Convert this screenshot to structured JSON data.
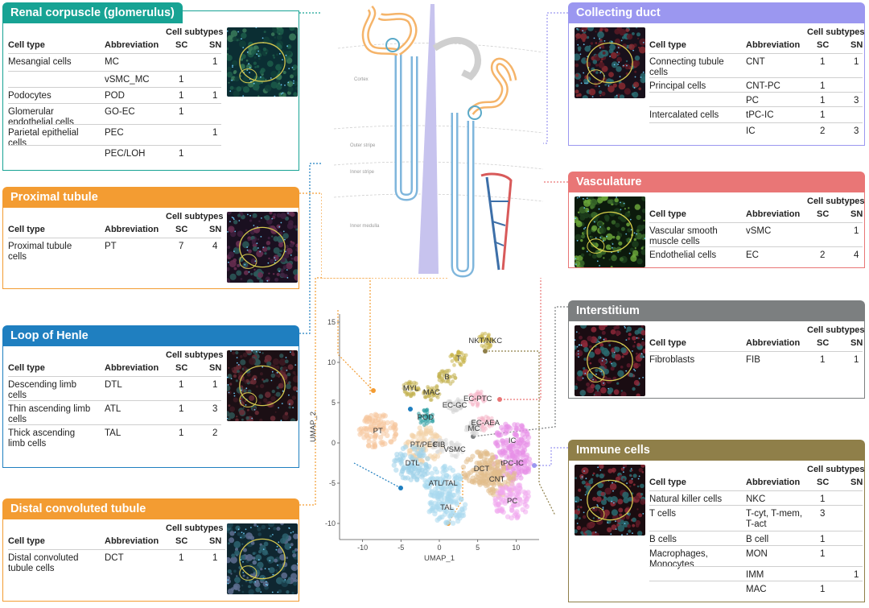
{
  "panels": [
    {
      "id": "renal",
      "title": "Renal corpuscle (glomerulus)",
      "color": "#17a394",
      "rows": [
        {
          "name": "Mesangial cells",
          "abbr": "MC",
          "sc": "",
          "sn": "1"
        },
        {
          "name": "",
          "abbr": "vSMC_MC",
          "sc": "1",
          "sn": ""
        },
        {
          "name": "Podocytes",
          "abbr": "POD",
          "sc": "1",
          "sn": "1"
        },
        {
          "name": "Glomerular\nendothelial cells",
          "abbr": "GO-EC",
          "sc": "1",
          "sn": ""
        },
        {
          "name": "Parietal epithelial\ncells",
          "abbr": "PEC",
          "sc": "",
          "sn": "1"
        },
        {
          "name": "",
          "abbr": "PEC/LOH",
          "sc": "1",
          "sn": ""
        }
      ]
    },
    {
      "id": "proximal",
      "title": "Proximal tubule",
      "color": "#f39c32",
      "rows": [
        {
          "name": "Proximal tubule\ncells",
          "abbr": "PT",
          "sc": "7",
          "sn": "4"
        }
      ]
    },
    {
      "id": "loop",
      "title": "Loop of Henle",
      "color": "#1f7fc0",
      "rows": [
        {
          "name": "Descending limb\ncells",
          "abbr": "DTL",
          "sc": "1",
          "sn": "1"
        },
        {
          "name": "Thin ascending limb\ncells",
          "abbr": "ATL",
          "sc": "1",
          "sn": "3"
        },
        {
          "name": "Thick ascending\nlimb cells",
          "abbr": "TAL",
          "sc": "1",
          "sn": "2"
        }
      ]
    },
    {
      "id": "distal",
      "title": "Distal convoluted tubule",
      "color": "#f39c32",
      "rows": [
        {
          "name": "Distal convoluted\ntubule cells",
          "abbr": "DCT",
          "sc": "1",
          "sn": "1"
        }
      ]
    },
    {
      "id": "collecting",
      "title": "Collecting duct",
      "color": "#9b97f0",
      "rows": [
        {
          "name": "Connecting tubule\ncells",
          "abbr": "CNT",
          "sc": "1",
          "sn": "1"
        },
        {
          "name": "Principal cells",
          "abbr": "CNT-PC",
          "sc": "1",
          "sn": ""
        },
        {
          "name": "",
          "abbr": "PC",
          "sc": "1",
          "sn": "3"
        },
        {
          "name": "Intercalated cells",
          "abbr": "tPC-IC",
          "sc": "1",
          "sn": ""
        },
        {
          "name": "",
          "abbr": "IC",
          "sc": "2",
          "sn": "3"
        }
      ]
    },
    {
      "id": "vasculature",
      "title": "Vasculature",
      "color": "#e97676",
      "rows": [
        {
          "name": "Vascular smooth\nmuscle cells",
          "abbr": "vSMC",
          "sc": "",
          "sn": "1"
        },
        {
          "name": "Endothelial cells",
          "abbr": "EC",
          "sc": "2",
          "sn": "4"
        }
      ]
    },
    {
      "id": "interstitium",
      "title": "Interstitium",
      "color": "#7c7f80",
      "rows": [
        {
          "name": "Fibroblasts",
          "abbr": "FIB",
          "sc": "1",
          "sn": "1"
        }
      ]
    },
    {
      "id": "immune",
      "title": "Immune cells",
      "color": "#8f7f49",
      "rows": [
        {
          "name": "Natural killer cells",
          "abbr": "NKC",
          "sc": "1",
          "sn": ""
        },
        {
          "name": "T cells",
          "abbr": "T-cyt, T-mem,\nT-act",
          "sc": "3",
          "sn": ""
        },
        {
          "name": "B cells",
          "abbr": "B cell",
          "sc": "1",
          "sn": ""
        },
        {
          "name": "Macrophages,\nMonocytes",
          "abbr": "MON",
          "sc": "1",
          "sn": ""
        },
        {
          "name": "",
          "abbr": "IMM",
          "sc": "",
          "sn": "1"
        },
        {
          "name": "",
          "abbr": "MAC",
          "sc": "1",
          "sn": ""
        }
      ]
    }
  ],
  "table_headers": {
    "cell_type": "Cell type",
    "abbreviation": "Abbreviation",
    "cell_subtypes": "Cell subtypes",
    "sc": "SC",
    "sn": "SN"
  },
  "nephron": {
    "zones": [
      "Cortex",
      "Outer stripe",
      "Inner stripe",
      "Inner medulla"
    ]
  },
  "chart_data": {
    "type": "scatter",
    "title": "",
    "xlabel": "UMAP_1",
    "ylabel": "UMAP_2",
    "xlim": [
      -13,
      13
    ],
    "ylim": [
      -12,
      16
    ],
    "xticks": [
      -10,
      -5,
      0,
      5,
      10
    ],
    "yticks": [
      -10,
      -5,
      0,
      5,
      10,
      15
    ],
    "grid": false,
    "clusters": [
      {
        "label": "PT",
        "x": -8,
        "y": 1.5,
        "color": "#f5c49a"
      },
      {
        "label": "PT/PEC",
        "x": -2,
        "y": -0.2,
        "color": "#f3d1a8"
      },
      {
        "label": "DTL",
        "x": -3.5,
        "y": -2.5,
        "color": "#9fd2ea"
      },
      {
        "label": "ATL/TAL",
        "x": 0.5,
        "y": -5,
        "color": "#a7d8ef"
      },
      {
        "label": "TAL",
        "x": 1,
        "y": -8,
        "color": "#a9d9ef"
      },
      {
        "label": "POD",
        "x": -1.8,
        "y": 3.2,
        "color": "#2a9da0"
      },
      {
        "label": "MAC",
        "x": -1,
        "y": 6.3,
        "color": "#c2b04e"
      },
      {
        "label": "MYL",
        "x": -3.7,
        "y": 6.8,
        "color": "#c2b04e"
      },
      {
        "label": "B",
        "x": 1,
        "y": 8.2,
        "color": "#c2b04e"
      },
      {
        "label": "T",
        "x": 2.5,
        "y": 10.5,
        "color": "#c8b54a"
      },
      {
        "label": "NKT/NKC",
        "x": 6,
        "y": 12.7,
        "color": "#c8b54a"
      },
      {
        "label": "EC-GC",
        "x": 2,
        "y": 4.7,
        "color": "#d3d3d3"
      },
      {
        "label": "EC-PTC",
        "x": 5,
        "y": 5.5,
        "color": "#f6b6c9"
      },
      {
        "label": "EC-AEA",
        "x": 6,
        "y": 2.5,
        "color": "#f6b6c9"
      },
      {
        "label": "MC",
        "x": 4.5,
        "y": 1.8,
        "color": "#d3d3d3"
      },
      {
        "label": "FIB",
        "x": 0,
        "y": -0.2,
        "color": "#dcdcdc"
      },
      {
        "label": "VSMC",
        "x": 2,
        "y": -0.8,
        "color": "#dcdcdc"
      },
      {
        "label": "IC",
        "x": 9.5,
        "y": 0.3,
        "color": "#e890e8"
      },
      {
        "label": "tPC-IC",
        "x": 9.5,
        "y": -2.5,
        "color": "#e890e8"
      },
      {
        "label": "DCT",
        "x": 5.5,
        "y": -3.2,
        "color": "#e2bd8c"
      },
      {
        "label": "CNT",
        "x": 7.5,
        "y": -4.5,
        "color": "#e2bd8c"
      },
      {
        "label": "PC",
        "x": 9.5,
        "y": -7.2,
        "color": "#f0a8ee"
      }
    ]
  }
}
